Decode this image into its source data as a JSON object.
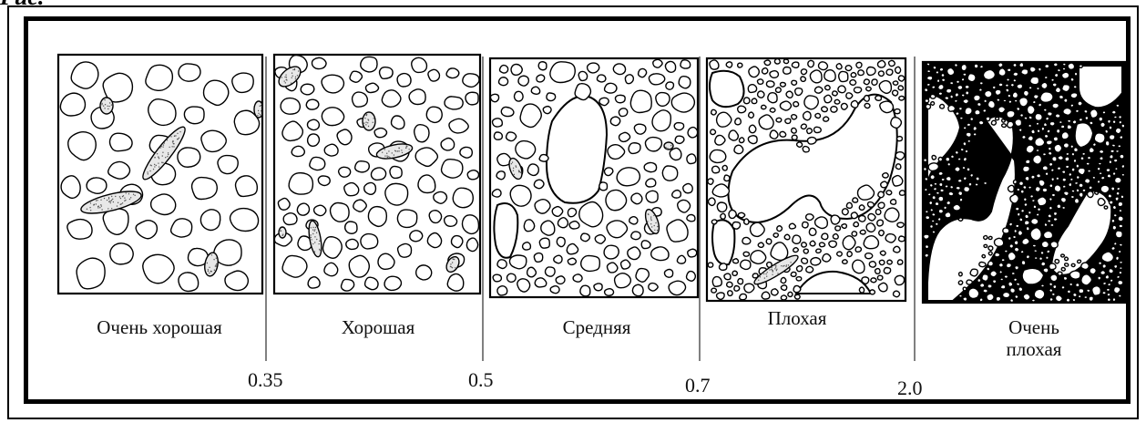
{
  "title_fragment": "Рис.",
  "panels": [
    {
      "label": "Очень хорошая",
      "texture": "very-good"
    },
    {
      "label": "Хорошая",
      "texture": "good"
    },
    {
      "label": "Средняя",
      "texture": "medium"
    },
    {
      "label": "Плохая",
      "texture": "poor"
    },
    {
      "label": "Очень\nплохая",
      "texture": "very-poor"
    }
  ],
  "thresholds": [
    "0.35",
    "0.5",
    "0.7",
    "2.0"
  ],
  "colors": {
    "line": "#000000",
    "background": "#ffffff",
    "stipple": "#555555"
  }
}
